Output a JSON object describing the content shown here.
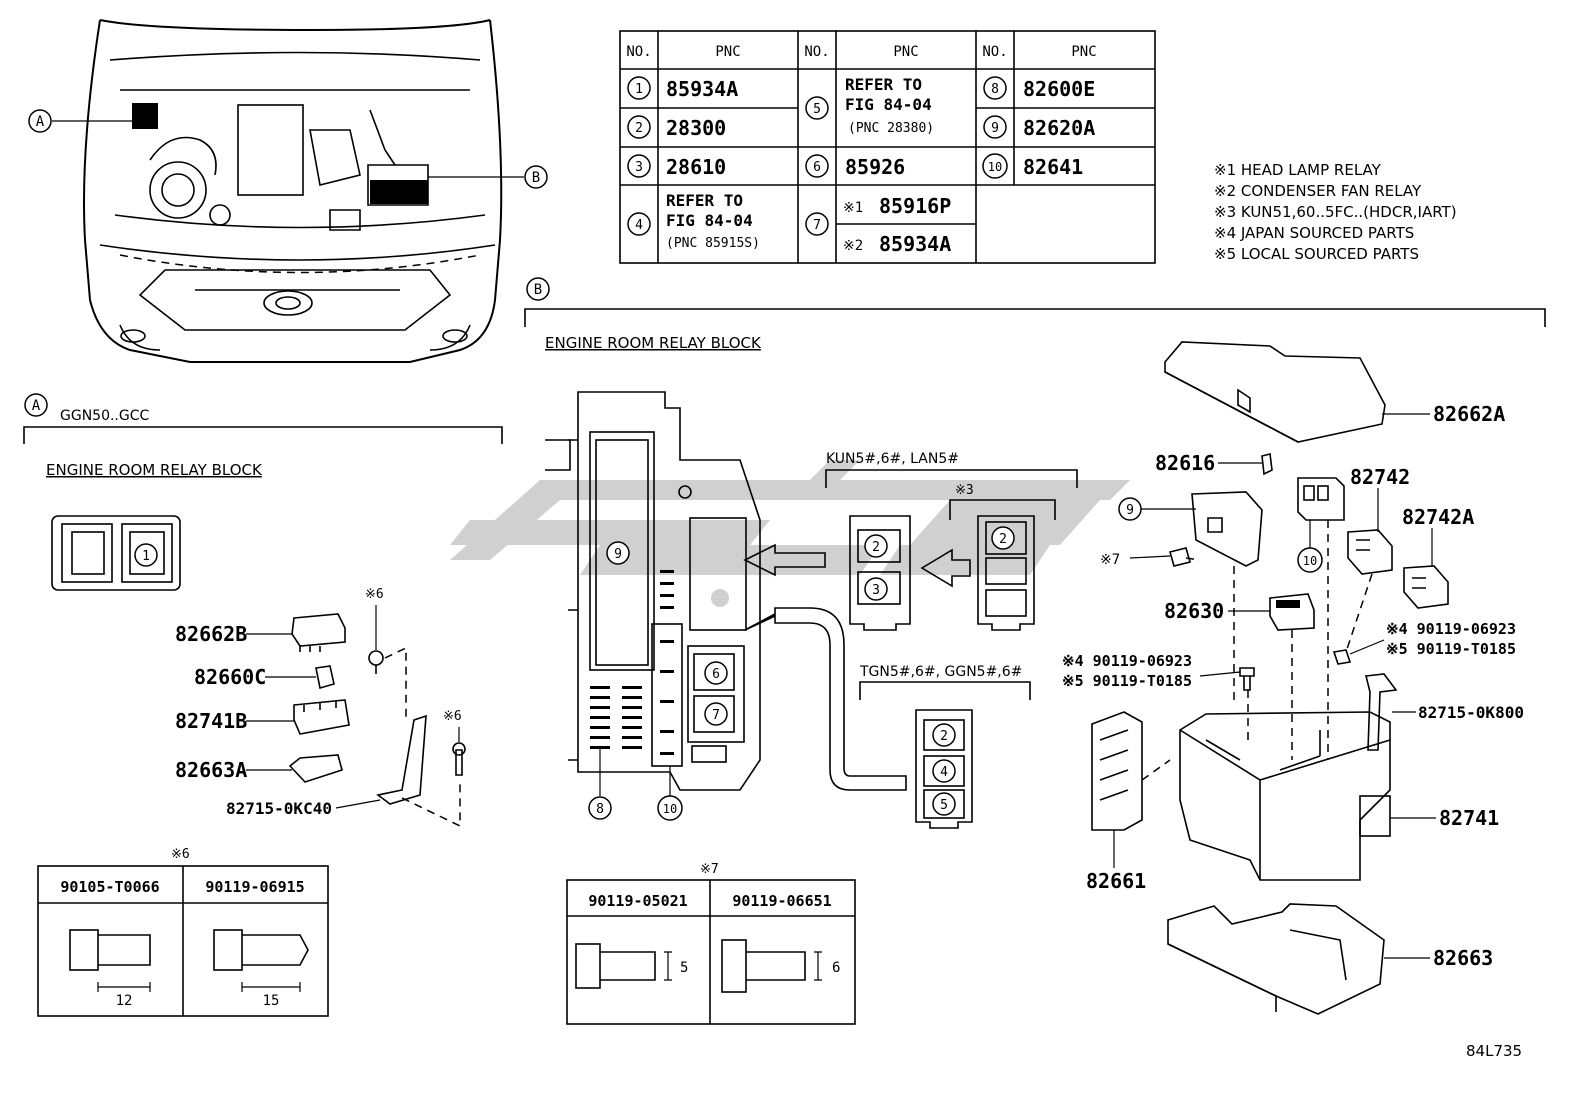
{
  "pnc_table": {
    "headers": [
      "NO.",
      "PNC",
      "NO.",
      "PNC",
      "NO.",
      "PNC"
    ],
    "rows": {
      "r1": {
        "no": "1",
        "pnc": "85934A"
      },
      "r2": {
        "no": "2",
        "pnc": "28300"
      },
      "r3": {
        "no": "3",
        "pnc": "28610"
      },
      "r4": {
        "no": "4",
        "line1": "REFER TO",
        "line2": "FIG 84-04",
        "line3": "(PNC 85915S)"
      },
      "r5": {
        "no": "5",
        "line1": "REFER TO",
        "line2": "FIG 84-04",
        "line3": "(PNC 28380)"
      },
      "r6": {
        "no": "6",
        "pnc": "85926"
      },
      "r7": {
        "no": "7",
        "a_mark": "※1",
        "a_pnc": "85916P",
        "b_mark": "※2",
        "b_pnc": "85934A"
      },
      "r8": {
        "no": "8",
        "pnc": "82600E"
      },
      "r9": {
        "no": "9",
        "pnc": "82620A"
      },
      "r10": {
        "no": "10",
        "pnc": "82641"
      }
    }
  },
  "notes": [
    "※1 HEAD LAMP RELAY",
    "※2 CONDENSER FAN RELAY",
    "※3 KUN51,60..5FC..(HDCR,IART)",
    "※4 JAPAN SOURCED PARTS",
    "※5 LOCAL SOURCED PARTS"
  ],
  "callouts": {
    "a": "A",
    "b": "B"
  },
  "section_a": {
    "model": "GGN50..GCC",
    "title": "ENGINE ROOM RELAY BLOCK",
    "relay_no": "1",
    "parts": [
      "82662B",
      "82660C",
      "82741B",
      "82663A",
      "82715-0KC40"
    ],
    "note_mark_1": "※6",
    "note_mark_2": "※6",
    "bolt_table": {
      "mark": "※6",
      "col1": "90105-T0066",
      "col2": "90119-06915",
      "dim1": "12",
      "dim2": "15"
    }
  },
  "section_b": {
    "title": "ENGINE ROOM RELAY BLOCK",
    "variant1": "KUN5#,6#, LAN5#",
    "variant1_mark": "※3",
    "variant2": "TGN5#,6#, GGN5#,6#",
    "slot_nos": {
      "s2": "2",
      "s3": "3",
      "s4": "4",
      "s5": "5",
      "s6": "6",
      "s7": "7",
      "s8": "8",
      "s9": "9",
      "s10": "10"
    },
    "parts": {
      "cover": "82662A",
      "clip": "82616",
      "relay1": "82742",
      "relay2": "82742A",
      "fuse": "82630",
      "bracket": "82715-0K800",
      "block": "82741",
      "holder": "82661",
      "lower": "82663"
    },
    "bolts": {
      "left_j": "※4 90119-06923",
      "left_l": "※5 90119-T0185",
      "right_j": "※4 90119-06923",
      "right_l": "※5 90119-T0185",
      "screw_mark": "※7"
    },
    "bolt_table": {
      "mark": "※7",
      "col1": "90119-05021",
      "col2": "90119-06651",
      "dim1": "5",
      "dim2": "6"
    }
  },
  "figure_code": "84L735",
  "colors": {
    "line": "#000000",
    "watermark": "#c8c8c8"
  }
}
